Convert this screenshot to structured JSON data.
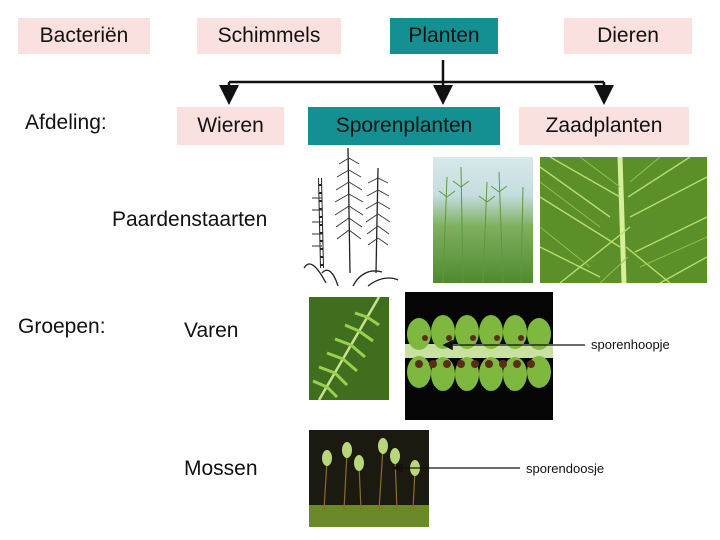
{
  "top_boxes": {
    "bacterien": "Bacteriën",
    "schimmels": "Schimmels",
    "planten": "Planten",
    "dieren": "Dieren"
  },
  "afdeling": {
    "label": "Afdeling:",
    "wieren": "Wieren",
    "sporenplanten": "Sporenplanten",
    "zaadplanten": "Zaadplanten"
  },
  "groepen": {
    "label": "Groepen:",
    "paardenstaarten": "Paardenstaarten",
    "varen": "Varen",
    "mossen": "Mossen"
  },
  "annotations": {
    "sporenhoopje": "sporenhoopje",
    "sporendoosje": "sporendoosje"
  },
  "colors": {
    "box_pink": "#fbe0e0",
    "box_teal": "#149093"
  }
}
